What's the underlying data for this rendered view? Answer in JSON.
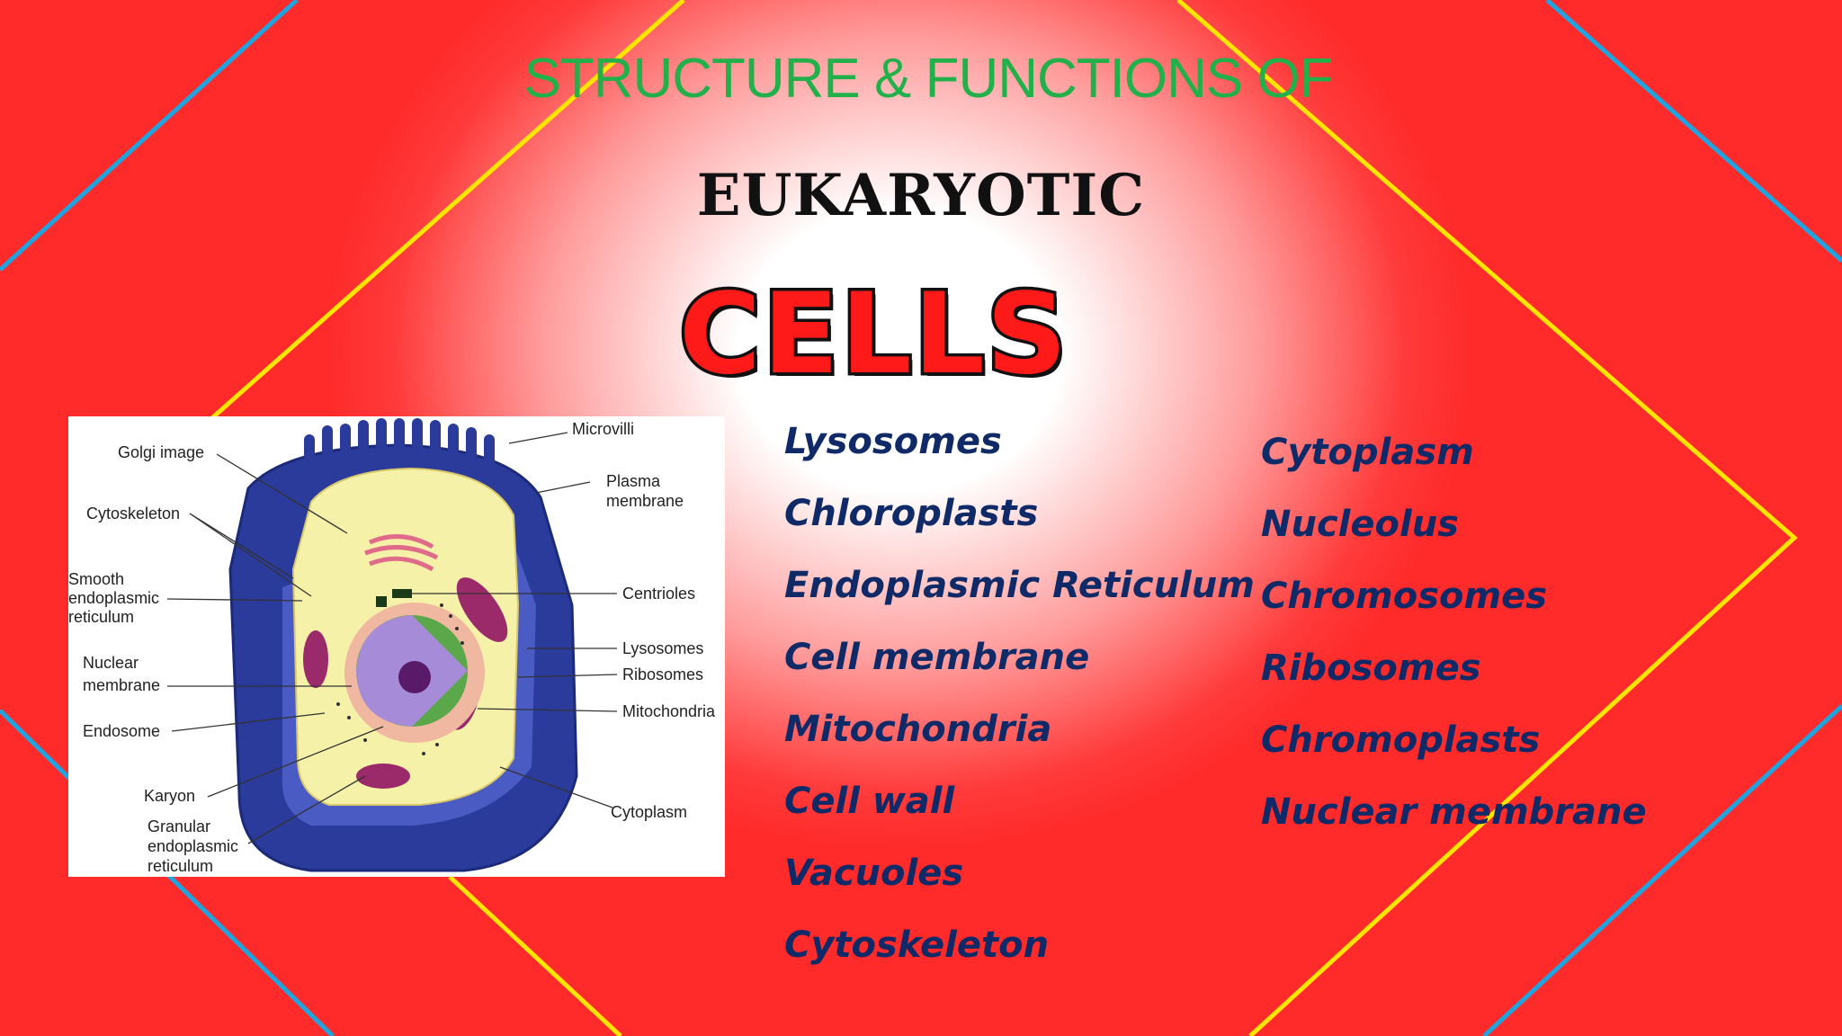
{
  "slide": {
    "heading": "STRUCTURE & FUNCTIONS OF",
    "subheading": "EUKARYOTIC",
    "headline": "CELLS"
  },
  "colors": {
    "heading": "#22b04b",
    "headline": "#ff1a1a",
    "terms": "#0f2a66",
    "frame_yellow": "#ffe600",
    "frame_blue": "#1fa4e0"
  },
  "diagram": {
    "labels": {
      "microvilli": "Microvilli",
      "golgi": "Golgi image",
      "plasma1": "Plasma",
      "plasma2": "membrane",
      "cytoskeleton": "Cytoskeleton",
      "smooth1": "Smooth",
      "smooth2": "endoplasmic",
      "smooth3": "reticulum",
      "centrioles": "Centrioles",
      "lysosomes": "Lysosomes",
      "nuclear1": "Nuclear",
      "nuclear2": "membrane",
      "ribosomes": "Ribosomes",
      "mitochondria": "Mitochondria",
      "endosome": "Endosome",
      "karyon": "Karyon",
      "cytoplasm": "Cytoplasm",
      "granular1": "Granular",
      "granular2": "endoplasmic",
      "granular3": "reticulum"
    }
  },
  "terms_left": [
    "Lysosomes",
    "Chloroplasts",
    "Endoplasmic Reticulum",
    "Cell membrane",
    "Mitochondria",
    "Cell wall",
    "Vacuoles",
    "Cytoskeleton"
  ],
  "terms_right": [
    "Cytoplasm",
    "Nucleolus",
    "Chromosomes",
    "Ribosomes",
    "Chromoplasts",
    "Nuclear membrane"
  ]
}
